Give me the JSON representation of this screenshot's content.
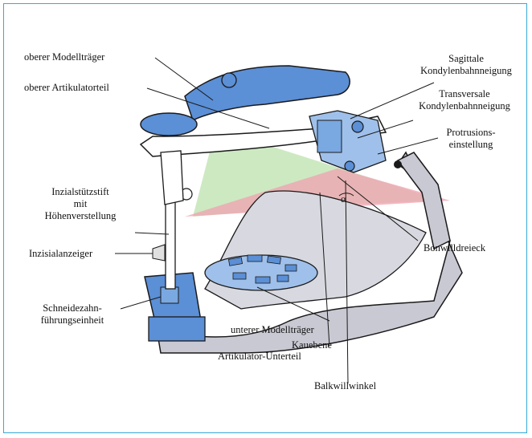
{
  "labels": {
    "oberer_modelltraeger": "oberer Modellträger",
    "oberer_artikulatorteil": "oberer Artikulatorteil",
    "sagittale_l1": "Sagittale",
    "sagittale_l2": "Kondylenbahnneigung",
    "transversale_l1": "Transversale",
    "transversale_l2": "Kondylenbahnneigung",
    "protrusion_l1": "Protrusions-",
    "protrusion_l2": "einstellung",
    "inzisal_stift_l1": "Inzialstützstift",
    "inzisal_stift_l2": "mit",
    "inzisal_stift_l3": "Höhenverstellung",
    "inzisalanzeiger": "Inzisialanzeiger",
    "bonwill": "Bonwilldreieck",
    "schneidezahn_l1": "Schneidezahn-",
    "schneidezahn_l2": "führungseinheit",
    "unterer_modelltraeger": "unterer Modellträger",
    "kauebene": "Kauebene",
    "unterteil": "Artikulator-Unterteil",
    "balkwill": "Balkwillwinkel",
    "alpha": "α"
  },
  "colors": {
    "frame": "#38a8d8",
    "blue_parts": "#5b8fd6",
    "grey_parts": "#c9c9d3",
    "green_plane": "#b8e0a8",
    "red_triangle": "#f0a0b0",
    "outline": "#1a1a1a"
  }
}
